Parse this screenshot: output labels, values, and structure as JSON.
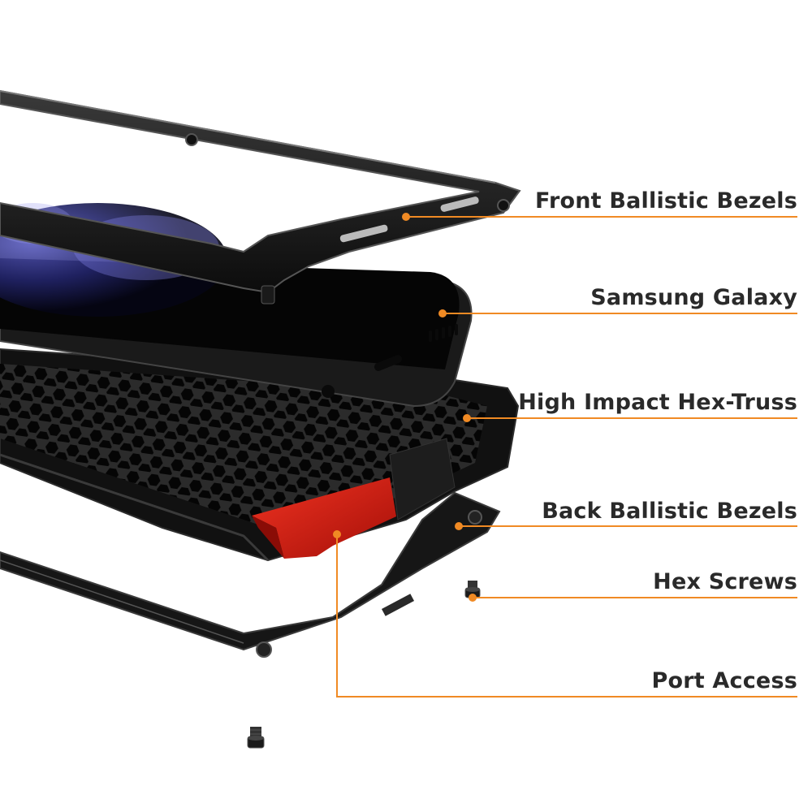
{
  "callouts": {
    "front_bezels": "Front Ballistic Bezels",
    "samsung_galaxy": "Samsung Galaxy",
    "hex_truss": "High Impact Hex-Truss",
    "back_bezels": "Back Ballistic Bezels",
    "hex_screws": "Hex Screws",
    "port_access": "Port Access"
  },
  "colors": {
    "callout_line": "#f08a24",
    "label_text": "#2a2a2a",
    "bezel_black": "#151515",
    "port_red": "#d31a12",
    "screen_purple": "#3a3c8e"
  },
  "icons": {
    "hex_screw": "hex-screw-icon",
    "dandelion": "dandelion-wallpaper"
  }
}
